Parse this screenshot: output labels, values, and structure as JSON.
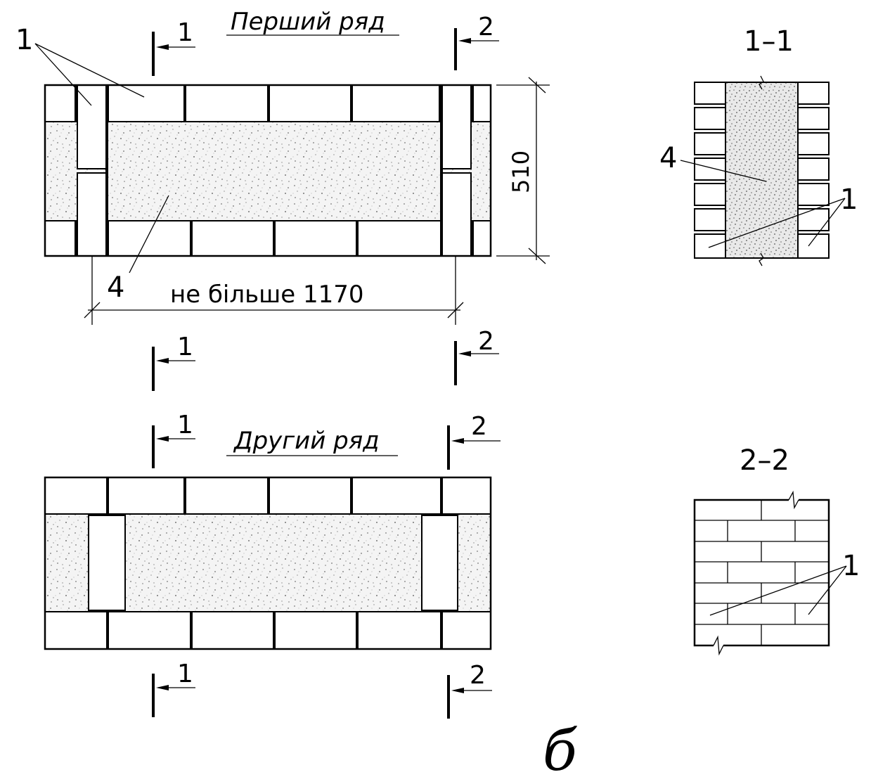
{
  "titles": {
    "first_row": "Перший ряд",
    "second_row": "Другий ряд",
    "section_1": "1–1",
    "section_2": "2–2",
    "figure_letter": "б"
  },
  "cut_marks": {
    "one": "1",
    "two": "2"
  },
  "callouts": {
    "brick": "1",
    "fill": "4"
  },
  "dimensions": {
    "height": "510",
    "span": "не більше 1170"
  },
  "colors": {
    "line": "#000000",
    "fill_speckle": "#9a9a9a"
  }
}
